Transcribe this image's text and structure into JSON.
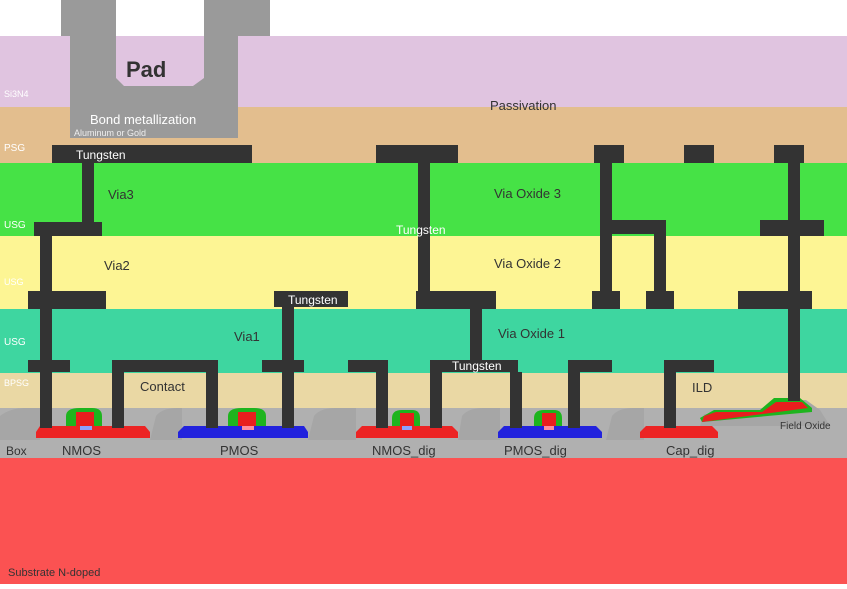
{
  "colors": {
    "passivation": "#e0c4e0",
    "psg": "#e3be8e",
    "via_oxide_3": "#46e246",
    "via_oxide_2": "#fdf594",
    "via_oxide_1": "#3ed6a0",
    "bpsg": "#ead8a4",
    "box": "#b0b0b0",
    "substrate": "#fb5252",
    "metal": "#333333",
    "pad_metal": "#9a9a9a",
    "n_diffusion": "#ec2424",
    "p_diffusion": "#2222dd",
    "gate_poly": "#e81e1e",
    "spacer": "#1eb41e"
  },
  "labels": {
    "pad": "Pad",
    "bond_metallization": "Bond metallization",
    "bond_material": "Aluminum or Gold",
    "passivation": "Passivation",
    "si3n4": "Si3N4",
    "psg": "PSG",
    "usg_3": "USG",
    "usg_2": "USG",
    "usg_1": "USG",
    "bpsg": "BPSG",
    "box": "Box",
    "tungsten_top": "Tungsten",
    "tungsten_via_oxide_3": "Tungsten",
    "tungsten_via_oxide_1": "Tungsten",
    "tungsten_contact": "Tungsten",
    "via3": "Via3",
    "via2": "Via2",
    "via1": "Via1",
    "contact": "Contact",
    "ild": "ILD",
    "via_oxide_3": "Via Oxide 3",
    "via_oxide_2": "Via Oxide 2",
    "via_oxide_1": "Via Oxide 1",
    "nmos": "NMOS",
    "pmos": "PMOS",
    "nmos_dig": "NMOS_dig",
    "pmos_dig": "PMOS_dig",
    "cap_dig": "Cap_dig",
    "field_oxide": "Field Oxide",
    "substrate": "Substrate N-doped"
  }
}
